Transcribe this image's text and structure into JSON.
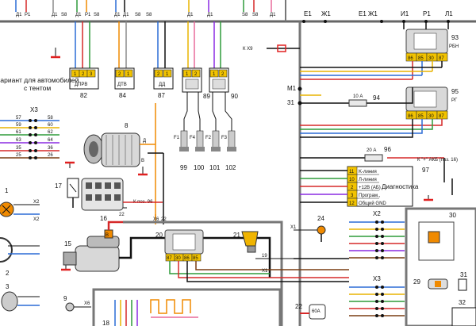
{
  "header": {
    "top_left_labels": [
      "Д1",
      "Р1",
      "Д1",
      "S8",
      "Д1",
      "Р1",
      "S8",
      "Д1",
      "Д1",
      "S8",
      "S8",
      "Д1",
      "Д1",
      "S8",
      "S8",
      "Д1"
    ],
    "bus_labels": [
      "Е1",
      "Ж1",
      "Е1",
      "Ж1",
      "И1",
      "Р1",
      "Л1"
    ],
    "connector_hx9": "К Х9"
  },
  "variant_note": {
    "line1": "вариант для автомобилей",
    "line2": "с тентом"
  },
  "sensors": [
    {
      "id": "82",
      "name": "ДПРВ",
      "pins": [
        "1",
        "2",
        "3"
      ]
    },
    {
      "id": "84",
      "name": "ДТВ",
      "pins": [
        "2",
        "1"
      ]
    },
    {
      "id": "87",
      "name": "ДД",
      "pins": [
        "2",
        "1"
      ]
    }
  ],
  "coils": [
    {
      "id": "89",
      "pins": [
        "1",
        "2"
      ]
    },
    {
      "id": "90",
      "pins": [
        "1",
        "2"
      ]
    }
  ],
  "spark_plugs": [
    {
      "id": "99",
      "label": "F1"
    },
    {
      "id": "100",
      "label": "F4"
    },
    {
      "id": "101",
      "label": "F2"
    },
    {
      "id": "102",
      "label": "F3"
    }
  ],
  "relays": [
    {
      "id": "93",
      "name": "РБН",
      "pins": [
        "86",
        "85",
        "30",
        "87"
      ]
    },
    {
      "id": "95",
      "name": "РГ",
      "pins": [
        "86",
        "85",
        "30",
        "87"
      ]
    },
    {
      "id": "20",
      "name": "",
      "pins": [
        "87",
        "30",
        "86",
        "85"
      ]
    }
  ],
  "fuses": [
    {
      "id": "94",
      "rating": "10 А"
    },
    {
      "id": "96",
      "rating": "20 А",
      "note": "К \"+\" АКБ (поз. 16)"
    }
  ],
  "diagnostics": {
    "id": "97",
    "title": "Диагностика",
    "rows": [
      {
        "pin": "11",
        "label": "K-линия"
      },
      {
        "pin": "10",
        "label": "Л-линия"
      },
      {
        "pin": "2",
        "label": "+12В (АБ)"
      },
      {
        "pin": "3",
        "label": "Програм.,"
      },
      {
        "pin": "12",
        "label": "Общий GND"
      }
    ]
  },
  "components": {
    "generator": "8",
    "ignition_switch": "17",
    "mount_block": "16",
    "starter": "15",
    "lamp_21": "21",
    "lamp_24": "24",
    "part_1": "1",
    "part_2": "2",
    "part_3": "3",
    "part_9": "9",
    "part_18": "18",
    "part_22": "22",
    "part_29": "29",
    "part_30": "30",
    "part_31": "31",
    "part_32": "32"
  },
  "connector_labels": {
    "x3_left": "Х3",
    "x2_right": "Х2",
    "x3_right": "Х3",
    "x1_mid": "Х1",
    "to_pos96": "К поз. 96",
    "x6": "Х6",
    "x2_a": "Х2",
    "x2_b": "Х2",
    "x1_a": "Х1",
    "m1": "М1",
    "n31": "31"
  },
  "wire_colors": {
    "red": "#d62828",
    "blue": "#2b6cd6",
    "green": "#2f9b3a",
    "yellow": "#e8b400",
    "orange": "#f08a00",
    "brown": "#7a3d12",
    "violet": "#8a2be2",
    "pink": "#e86a9a",
    "gray": "#8a8a8a",
    "black": "#111111",
    "ground_marker": "#e02020"
  }
}
